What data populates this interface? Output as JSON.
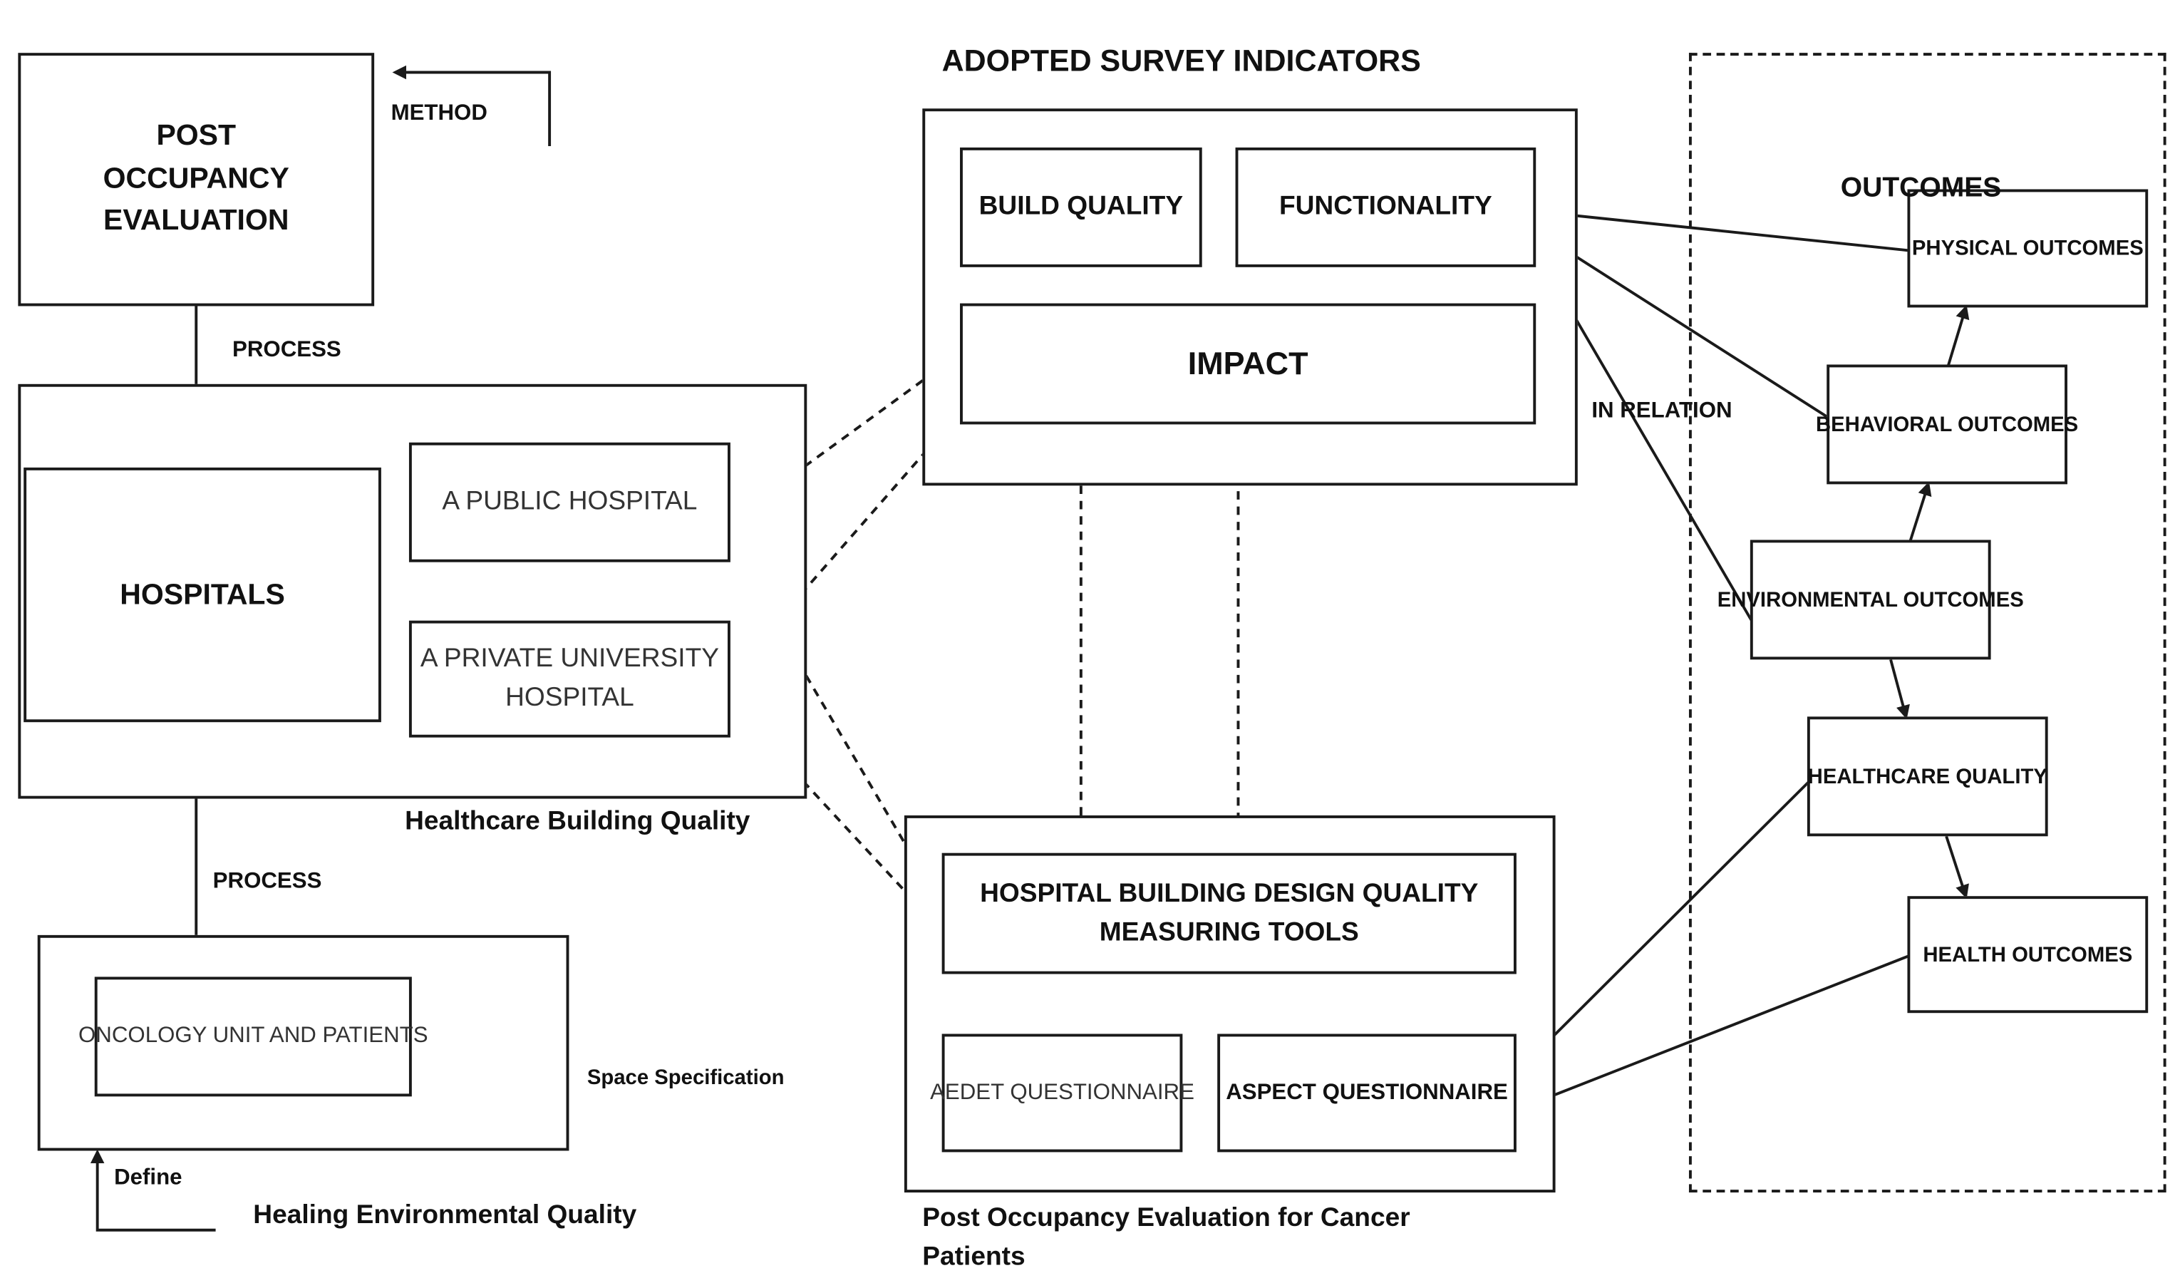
{
  "headings": {
    "survey_indicators": "ADOPTED SURVEY INDICATORS",
    "outcomes": "OUTCOMES"
  },
  "nodes": {
    "post_occupancy_evaluation": "POST OCCUPANCY EVALUATION",
    "hospitals": "HOSPITALS",
    "public_hospital": "A PUBLIC HOSPITAL",
    "private_university_hospital": "A PRIVATE UNIVERSITY HOSPITAL",
    "oncology_unit": "ONCOLOGY UNIT AND PATIENTS",
    "build_quality": "BUILD QUALITY",
    "functionality": "FUNCTIONALITY",
    "impact": "IMPACT",
    "design_quality_tools": "HOSPITAL BUILDING DESIGN QUALITY MEASURING TOOLS",
    "aedet": "AEDET QUESTIONNAIRE",
    "aspect": "ASPECT QUESTIONNAIRE",
    "physical_outcomes": "PHYSICAL OUTCOMES",
    "behavioral_outcomes": "BEHAVIORAL OUTCOMES",
    "environmental_outcomes": "ENVIRONMENTAL OUTCOMES",
    "healthcare_quality": "HEALTHCARE QUALITY",
    "health_outcomes": "HEALTH OUTCOMES"
  },
  "labels": {
    "method": "METHOD",
    "process_top": "PROCESS",
    "process_bottom": "PROCESS",
    "healthcare_building_quality": "Healthcare Building Quality",
    "space_specification": "Space Specification",
    "define": "Define",
    "healing_environmental_quality": "Healing Environmental Quality",
    "in_relation": "IN RELATION",
    "poe_cancer_patients": "Post Occupancy Evaluation for Cancer Patients"
  }
}
